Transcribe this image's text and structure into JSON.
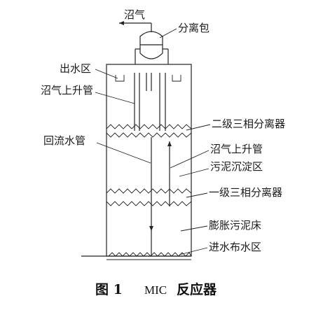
{
  "labels": {
    "biogas": "沼气",
    "separator_pack": "分离包",
    "outlet_zone": "出水区",
    "riser_left": "沼气上升管",
    "second_stage_separator": "二级三相分离器",
    "return_pipe": "回流水管",
    "riser_right": "沼气上升管",
    "sludge_settling_zone": "污泥沉淀区",
    "first_stage_separator": "一级三相分离器",
    "expanded_bed": "膨胀污泥床",
    "inlet_distribution_zone": "进水布水区"
  },
  "caption": {
    "figure_number": "图 1",
    "name_latin": "MIC",
    "name_cjk": "反应器"
  }
}
